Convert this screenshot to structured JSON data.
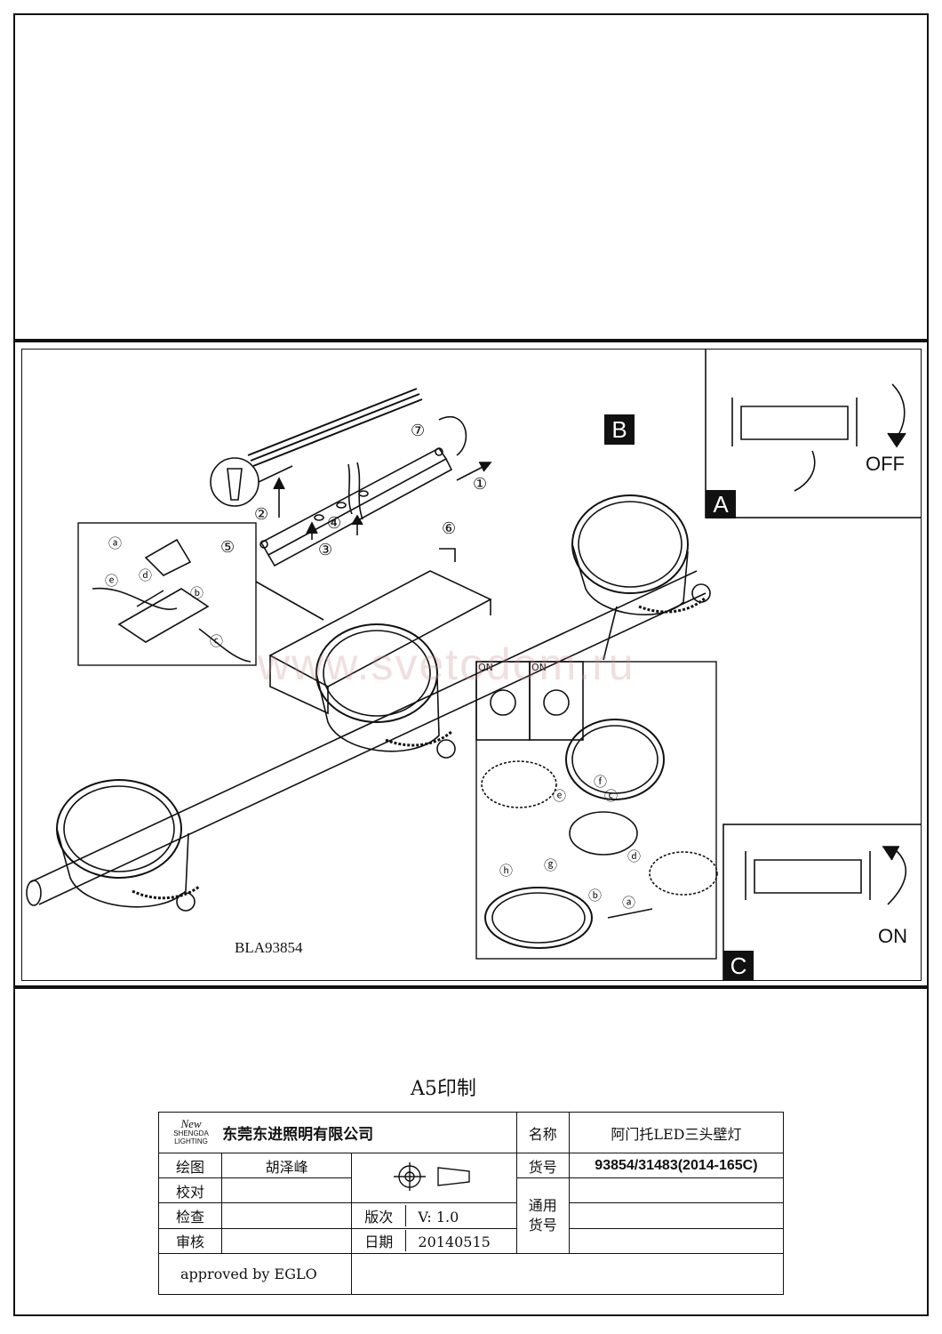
{
  "diagram": {
    "model_label": "BLA93854",
    "watermark": "www.svetodom.ru",
    "panels": {
      "a": {
        "label": "A",
        "switch_text": "OFF"
      },
      "b": {
        "label": "B"
      },
      "c": {
        "label": "C",
        "switch_text": "ON"
      }
    },
    "steps": [
      "①",
      "②",
      "③",
      "④",
      "⑤",
      "⑥",
      "⑦"
    ],
    "parts": [
      "ⓐ",
      "ⓑ",
      "ⓒ",
      "ⓓ",
      "ⓔ",
      "ⓕ",
      "ⓖ",
      "ⓗ"
    ],
    "mini_on": [
      "ON",
      "ON"
    ]
  },
  "footer": {
    "print_size": "A5印制",
    "company": "东莞东进照明有限公司",
    "logo_text": [
      "New",
      "SHENGDA",
      "LIGHTING"
    ],
    "rows": {
      "drawn_label": "绘图",
      "drawn_value": "胡泽峰",
      "checked_label": "校对",
      "inspect_label": "检查",
      "review_label": "审核",
      "version_label": "版次",
      "version_value": "V: 1.0",
      "date_label": "日期",
      "date_value": "20140515",
      "name_label": "名称",
      "name_value": "阿门托LED三头壁灯",
      "item_label": "货号",
      "item_value": "93854/31483(2014-165C)",
      "general_label": "通用货号"
    },
    "approved": "approved by EGLO"
  }
}
